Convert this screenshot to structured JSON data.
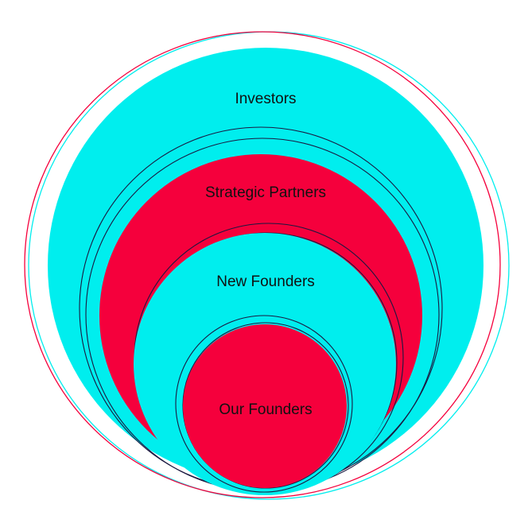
{
  "diagram": {
    "colors": {
      "cyan": "#00eeee",
      "red": "#f5003c",
      "navy": "#1a1840",
      "background": "#ffffff"
    },
    "layers": [
      {
        "id": "investors",
        "label": "Investors",
        "fill": "cyan"
      },
      {
        "id": "strategic-partners",
        "label": "Strategic Partners",
        "fill": "red"
      },
      {
        "id": "new-founders",
        "label": "New Founders",
        "fill": "cyan"
      },
      {
        "id": "our-founders",
        "label": "Our Founders",
        "fill": "red"
      }
    ]
  }
}
